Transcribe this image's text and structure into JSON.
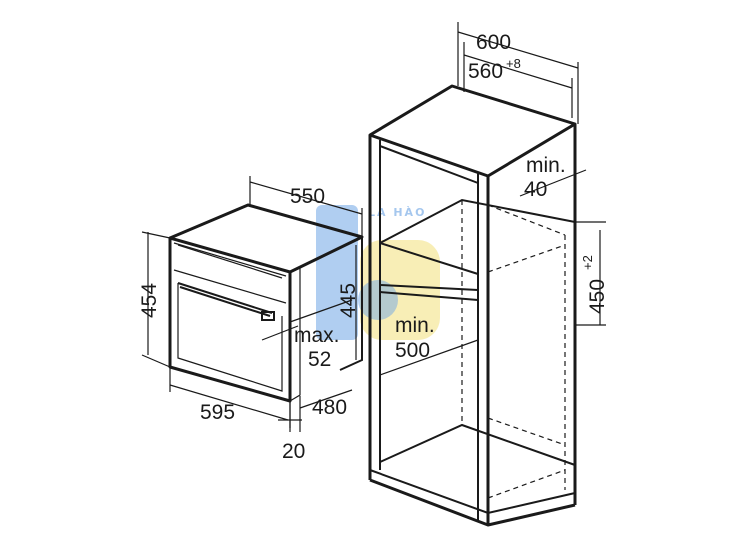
{
  "watermark": {
    "text": "LA HÀO",
    "colors": [
      "#6fa6e6",
      "#f3e07a",
      "#f5d35a"
    ]
  },
  "dimensions": {
    "oven_depth": "550",
    "oven_height": "454",
    "oven_inner_height": "445",
    "oven_gap_max_label": "max.",
    "oven_gap_max_value": "52",
    "oven_width": "595",
    "oven_recess_depth": "480",
    "oven_front_panel": "20",
    "cabinet_depth": "600",
    "cabinet_inner_depth": "560",
    "cabinet_inner_depth_tolerance": "+8",
    "vent_label": "min.",
    "vent_value": "40",
    "niche_height": "450",
    "niche_height_tolerance": "+2",
    "niche_width_label": "min.",
    "niche_width_value": "500"
  }
}
